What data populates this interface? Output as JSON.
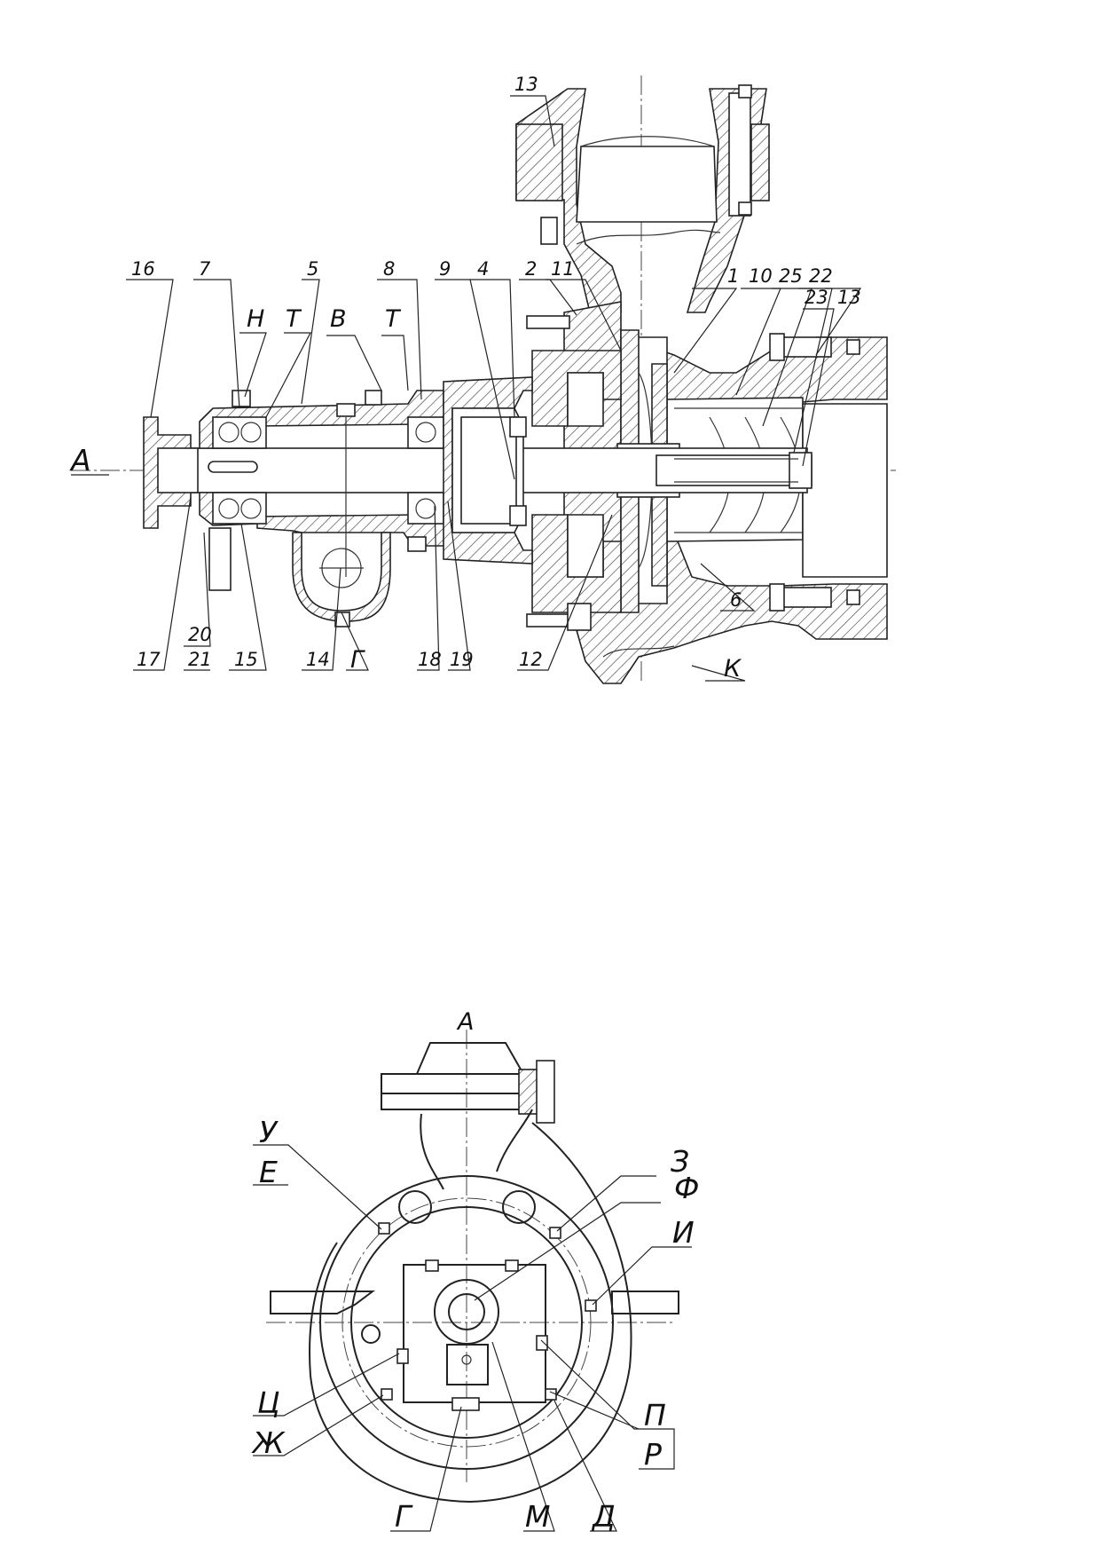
{
  "labels": {
    "top": {
      "p16": "16",
      "p7": "7",
      "pH": "Н",
      "pT1": "Т",
      "p5": "5",
      "pV": "В",
      "pT2": "Т",
      "p8": "8",
      "p9": "9",
      "p4": "4",
      "p2": "2",
      "p11": "11",
      "p1": "1",
      "p10": "10",
      "p25": "25",
      "p22": "22",
      "p23": "23",
      "p13a": "13",
      "p13b": "13",
      "pA": "А",
      "p17": "17",
      "p20": "20",
      "p21": "21",
      "p15": "15",
      "p14": "14",
      "pG": "Г",
      "p18": "18",
      "p19": "19",
      "p12": "12",
      "p6": "6",
      "pK": "К"
    },
    "bottom": {
      "viewA": "А",
      "U": "У",
      "E": "Е",
      "Z": "З",
      "F": "Ф",
      "I": "И",
      "TS": "Ц",
      "ZH": "Ж",
      "P": "П",
      "R": "Р",
      "G": "Г",
      "M": "М",
      "D": "Д"
    }
  }
}
